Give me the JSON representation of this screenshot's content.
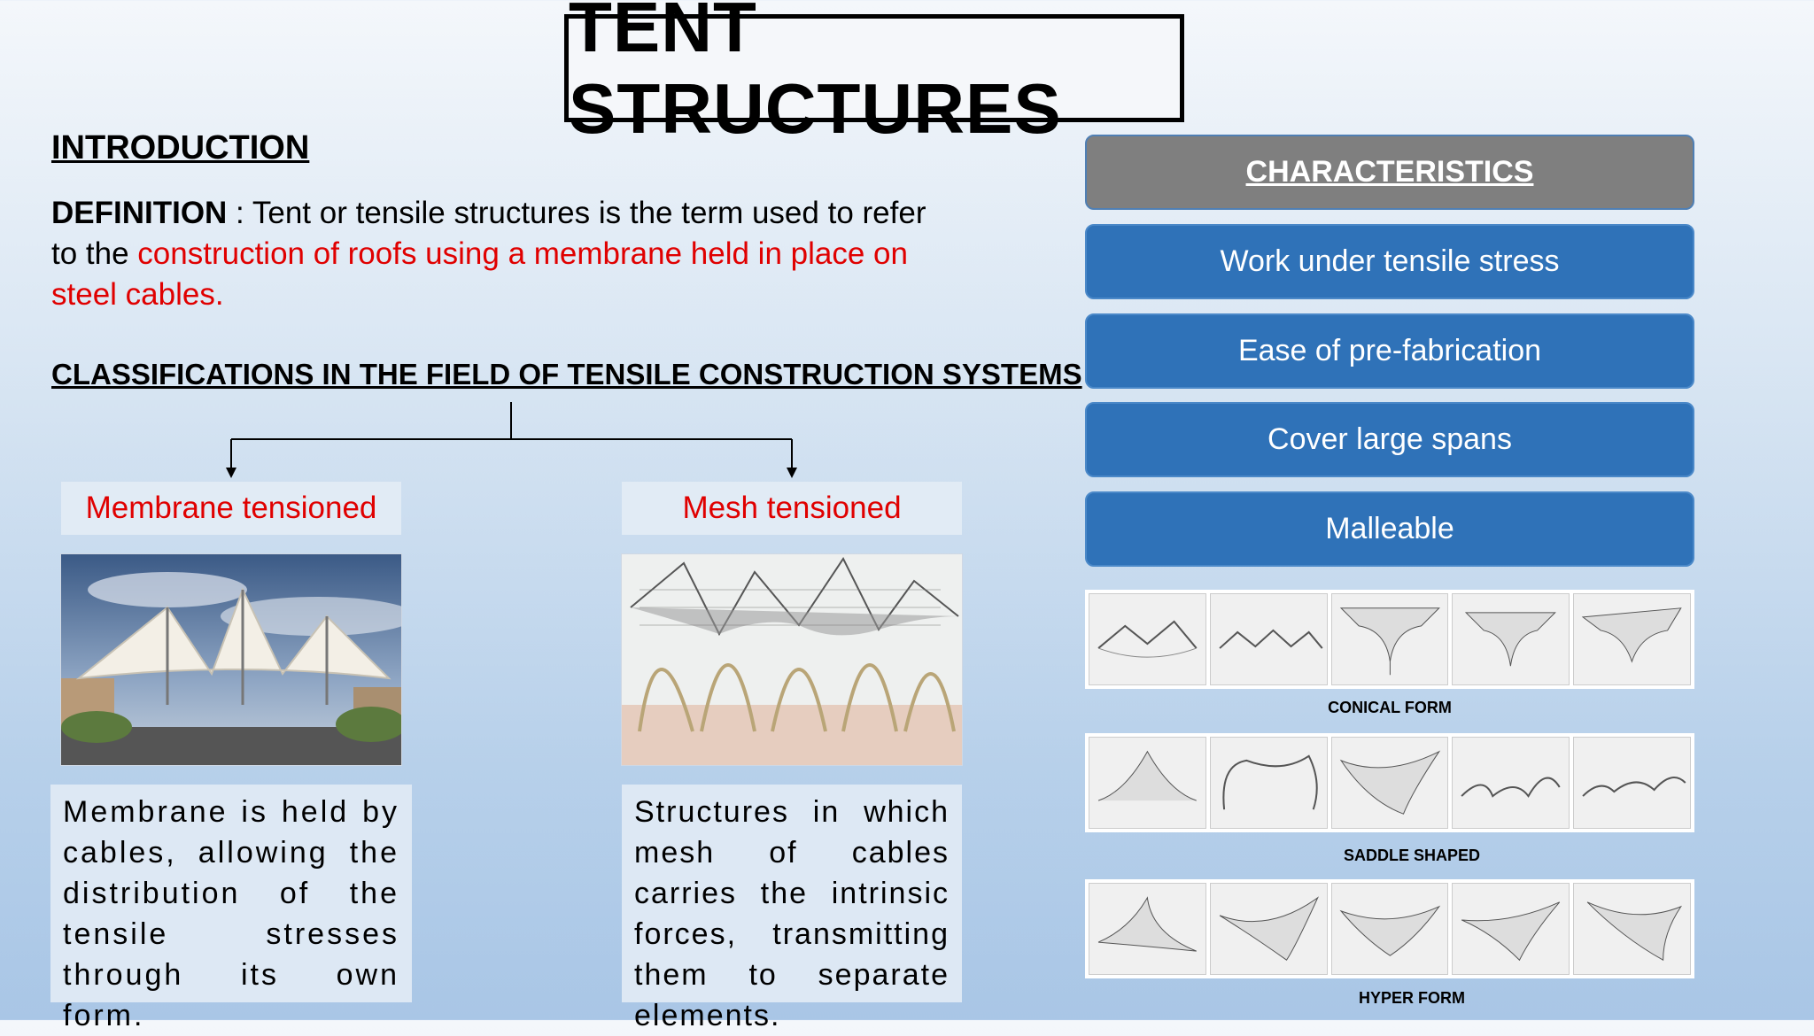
{
  "title": "TENT STRUCTURES",
  "intro_heading": "INTRODUCTION",
  "definition": {
    "label": "DEFINITION",
    "text_plain": " : Tent or tensile structures is the term used to refer to the ",
    "text_red": "construction of roofs using a membrane held in place on steel cables."
  },
  "classifications_heading": "CLASSIFICATIONS IN THE FIELD OF TENSILE CONSTRUCTION SYSTEMS",
  "classes": [
    {
      "label": "Membrane tensioned",
      "description": "Membrane is held by cables, allowing the distribution of the tensile stresses through its own form."
    },
    {
      "label": "Mesh tensioned",
      "description": "Structures in which mesh of cables carries the intrinsic forces, transmitting them to separate elements."
    }
  ],
  "characteristics": {
    "header": "CHARACTERISTICS",
    "items": [
      "Work under tensile stress",
      "Ease of pre-fabrication",
      "Cover large spans",
      "Malleable"
    ]
  },
  "forms": [
    {
      "label": "CONICAL FORM"
    },
    {
      "label": "SADDLE SHAPED"
    },
    {
      "label": "HYPER FORM"
    }
  ],
  "colors": {
    "accent_red": "#e00000",
    "button_blue": "#2f72b8",
    "header_gray": "#7f7f7f"
  }
}
